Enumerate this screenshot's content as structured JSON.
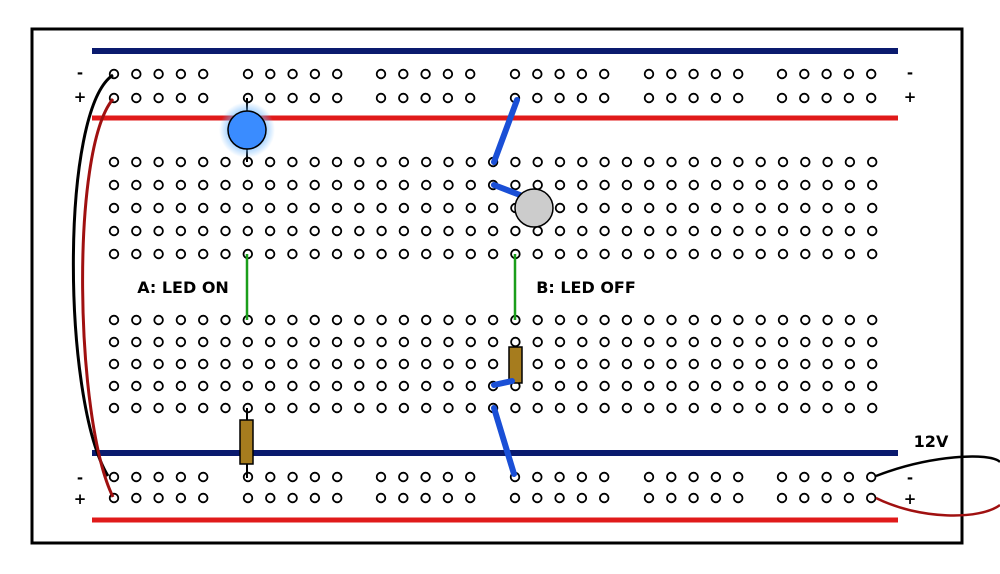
{
  "labels": {
    "circuit_a": "A: LED ON",
    "circuit_b": "B: LED OFF",
    "supply": "12V"
  },
  "rail_signs": {
    "minus": "-",
    "plus": "+"
  },
  "colors": {
    "board_border": "#000000",
    "negative_rail": "#0a1a6e",
    "positive_rail": "#e01a1a",
    "hole": "#000000",
    "jumper": "#1a4fd6",
    "link": "#1a9e1a",
    "resistor": "#a67c1e",
    "led_on": "#3a8cff",
    "led_on_glow": "#6fb8ff",
    "led_off": "#cccccc",
    "wire_black": "#000000",
    "wire_red": "#a01010"
  },
  "components": {
    "led_a_state": "on",
    "led_b_state": "off"
  }
}
